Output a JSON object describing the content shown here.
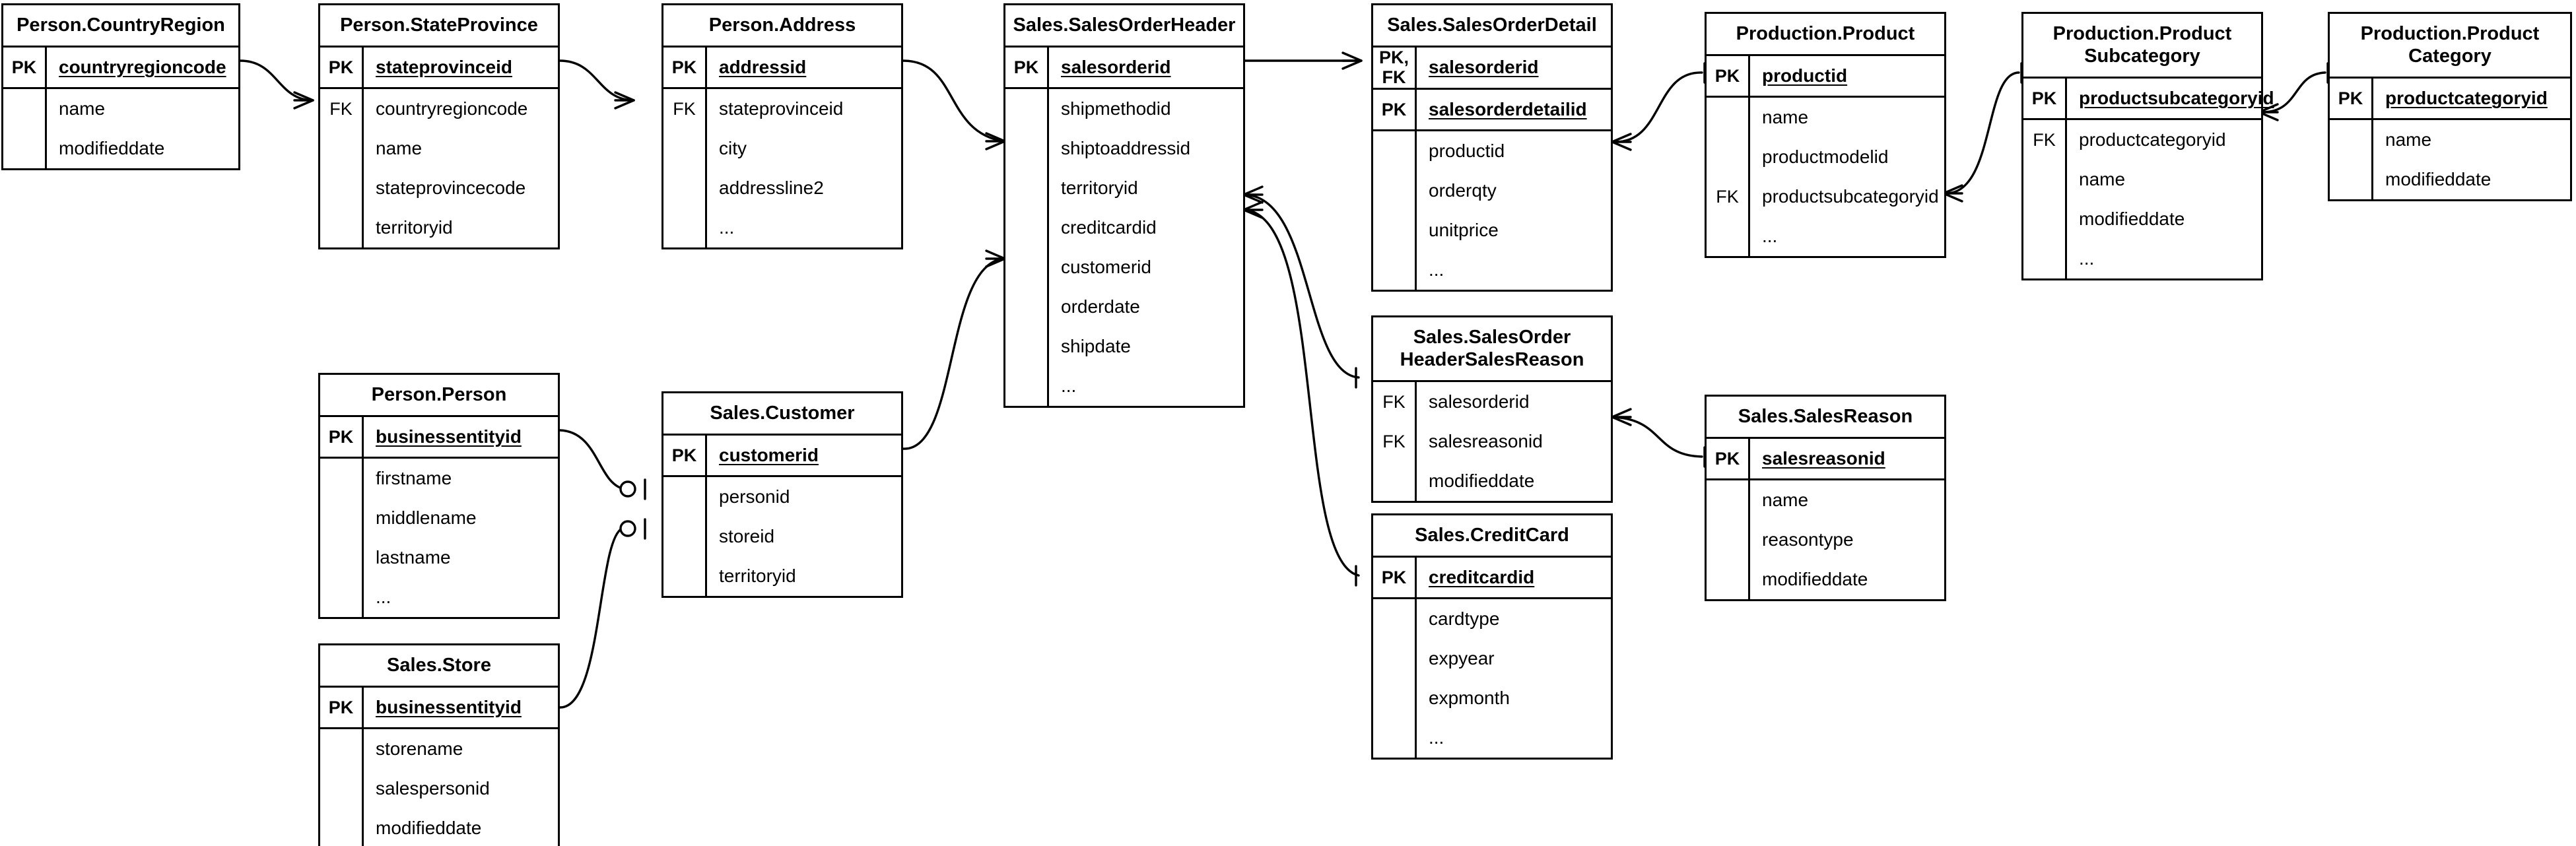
{
  "diagram": {
    "title": "AdventureWorks Entity Relationship Diagram",
    "notation": "crow's foot",
    "line_color": "#000000",
    "background_color": "#ffffff"
  },
  "entities": [
    {
      "id": "person-countryregion",
      "title": "Person.CountryRegion",
      "keys": [
        {
          "label": "PK",
          "name": "countryregioncode"
        }
      ],
      "attributes": [
        {
          "label": "",
          "name": "name"
        },
        {
          "label": "",
          "name": "modifieddate"
        }
      ]
    },
    {
      "id": "person-stateprovince",
      "title": "Person.StateProvince",
      "keys": [
        {
          "label": "PK",
          "name": "stateprovinceid"
        }
      ],
      "attributes": [
        {
          "label": "FK",
          "name": "countryregioncode"
        },
        {
          "label": "",
          "name": "name"
        },
        {
          "label": "",
          "name": "stateprovincecode"
        },
        {
          "label": "",
          "name": "territoryid"
        }
      ]
    },
    {
      "id": "person-address",
      "title": "Person.Address",
      "keys": [
        {
          "label": "PK",
          "name": "addressid"
        }
      ],
      "attributes": [
        {
          "label": "FK",
          "name": "stateprovinceid"
        },
        {
          "label": "",
          "name": "city"
        },
        {
          "label": "",
          "name": "addressline2"
        },
        {
          "label": "",
          "name": "..."
        }
      ]
    },
    {
      "id": "sales-salesorderheader",
      "title": "Sales.SalesOrderHeader",
      "keys": [
        {
          "label": "PK",
          "name": "salesorderid"
        }
      ],
      "attributes": [
        {
          "label": "",
          "name": "shipmethodid"
        },
        {
          "label": "",
          "name": "shiptoaddressid"
        },
        {
          "label": "",
          "name": "territoryid"
        },
        {
          "label": "",
          "name": "creditcardid"
        },
        {
          "label": "",
          "name": "customerid"
        },
        {
          "label": "",
          "name": "orderdate"
        },
        {
          "label": "",
          "name": "shipdate"
        },
        {
          "label": "",
          "name": "..."
        }
      ]
    },
    {
      "id": "sales-salesorderdetail",
      "title": "Sales.SalesOrderDetail",
      "keys": [
        {
          "label": "PK,\nFK",
          "name": "salesorderid"
        },
        {
          "label": "PK",
          "name": "salesorderdetailid"
        }
      ],
      "attributes": [
        {
          "label": "",
          "name": "productid"
        },
        {
          "label": "",
          "name": "orderqty"
        },
        {
          "label": "",
          "name": "unitprice"
        },
        {
          "label": "",
          "name": "..."
        }
      ]
    },
    {
      "id": "production-product",
      "title": "Production.Product",
      "keys": [
        {
          "label": "PK",
          "name": "productid"
        }
      ],
      "attributes": [
        {
          "label": "",
          "name": "name"
        },
        {
          "label": "",
          "name": "productmodelid"
        },
        {
          "label": "FK",
          "name": "productsubcategoryid"
        },
        {
          "label": "",
          "name": "..."
        }
      ]
    },
    {
      "id": "production-productsubcategory",
      "title": "Production.Product\nSubcategory",
      "keys": [
        {
          "label": "PK",
          "name": "productsubcategoryid"
        }
      ],
      "attributes": [
        {
          "label": "FK",
          "name": "productcategoryid"
        },
        {
          "label": "",
          "name": "name"
        },
        {
          "label": "",
          "name": "modifieddate"
        },
        {
          "label": "",
          "name": "..."
        }
      ]
    },
    {
      "id": "production-productcategory",
      "title": "Production.Product\nCategory",
      "keys": [
        {
          "label": "PK",
          "name": "productcategoryid"
        }
      ],
      "attributes": [
        {
          "label": "",
          "name": "name"
        },
        {
          "label": "",
          "name": "modifieddate"
        }
      ]
    },
    {
      "id": "person-person",
      "title": "Person.Person",
      "keys": [
        {
          "label": "PK",
          "name": "businessentityid"
        }
      ],
      "attributes": [
        {
          "label": "",
          "name": "firstname"
        },
        {
          "label": "",
          "name": "middlename"
        },
        {
          "label": "",
          "name": "lastname"
        },
        {
          "label": "",
          "name": "..."
        }
      ]
    },
    {
      "id": "sales-customer",
      "title": "Sales.Customer",
      "keys": [
        {
          "label": "PK",
          "name": "customerid"
        }
      ],
      "attributes": [
        {
          "label": "",
          "name": "personid"
        },
        {
          "label": "",
          "name": "storeid"
        },
        {
          "label": "",
          "name": "territoryid"
        }
      ]
    },
    {
      "id": "sales-store",
      "title": "Sales.Store",
      "keys": [
        {
          "label": "PK",
          "name": "businessentityid"
        }
      ],
      "attributes": [
        {
          "label": "",
          "name": "storename"
        },
        {
          "label": "",
          "name": "salespersonid"
        },
        {
          "label": "",
          "name": "modifieddate"
        }
      ]
    },
    {
      "id": "sales-salesorderheadersalesreason",
      "title": "Sales.SalesOrder\nHeaderSalesReason",
      "keys": [],
      "attributes": [
        {
          "label": "FK",
          "name": "salesorderid"
        },
        {
          "label": "FK",
          "name": "salesreasonid"
        },
        {
          "label": "",
          "name": "modifieddate"
        }
      ]
    },
    {
      "id": "sales-salesreason",
      "title": "Sales.SalesReason",
      "keys": [
        {
          "label": "PK",
          "name": "salesreasonid"
        }
      ],
      "attributes": [
        {
          "label": "",
          "name": "name"
        },
        {
          "label": "",
          "name": "reasontype"
        },
        {
          "label": "",
          "name": "modifieddate"
        }
      ]
    },
    {
      "id": "sales-creditcard",
      "title": "Sales.CreditCard",
      "keys": [
        {
          "label": "PK",
          "name": "creditcardid"
        }
      ],
      "attributes": [
        {
          "label": "",
          "name": "cardtype"
        },
        {
          "label": "",
          "name": "expyear"
        },
        {
          "label": "",
          "name": "expmonth"
        },
        {
          "label": "",
          "name": "..."
        }
      ]
    }
  ],
  "relationships": [
    {
      "from": "person-countryregion.countryregioncode",
      "to": "person-stateprovince.countryregioncode",
      "from_cardinality": "one",
      "to_cardinality": "many"
    },
    {
      "from": "person-stateprovince.stateprovinceid",
      "to": "person-address.stateprovinceid",
      "from_cardinality": "one",
      "to_cardinality": "many"
    },
    {
      "from": "person-address.addressid",
      "to": "sales-salesorderheader.shiptoaddressid",
      "from_cardinality": "one",
      "to_cardinality": "many"
    },
    {
      "from": "sales-salesorderheader.salesorderid",
      "to": "sales-salesorderdetail.salesorderid",
      "from_cardinality": "one",
      "to_cardinality": "many"
    },
    {
      "from": "sales-salesorderdetail.productid",
      "to": "production-product.productid",
      "from_cardinality": "many",
      "to_cardinality": "one"
    },
    {
      "from": "production-product.productsubcategoryid",
      "to": "production-productsubcategory.productsubcategoryid",
      "from_cardinality": "many",
      "to_cardinality": "one"
    },
    {
      "from": "production-productsubcategory.productcategoryid",
      "to": "production-productcategory.productcategoryid",
      "from_cardinality": "many",
      "to_cardinality": "one"
    },
    {
      "from": "sales-salesorderheader.salesorderid",
      "to": "sales-salesorderheadersalesreason.salesorderid",
      "from_cardinality": "one",
      "to_cardinality": "many"
    },
    {
      "from": "sales-salesorderheadersalesreason.salesreasonid",
      "to": "sales-salesreason.salesreasonid",
      "from_cardinality": "many",
      "to_cardinality": "one"
    },
    {
      "from": "sales-salesorderheader.creditcardid",
      "to": "sales-creditcard.creditcardid",
      "from_cardinality": "many",
      "to_cardinality": "one"
    },
    {
      "from": "sales-customer.customerid",
      "to": "sales-salesorderheader.customerid",
      "from_cardinality": "one",
      "to_cardinality": "many"
    },
    {
      "from": "person-person.businessentityid",
      "to": "sales-customer.personid",
      "from_cardinality": "one",
      "to_cardinality": "zero-or-one"
    },
    {
      "from": "sales-store.businessentityid",
      "to": "sales-customer.storeid",
      "from_cardinality": "one",
      "to_cardinality": "zero-or-one"
    }
  ]
}
